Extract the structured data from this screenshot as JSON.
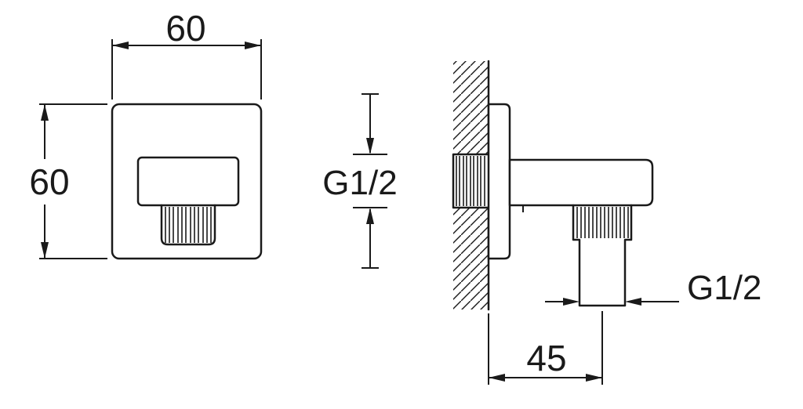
{
  "drawing": {
    "front_view": {
      "width_dim": "60",
      "height_dim": "60"
    },
    "side_view": {
      "inlet_thread_dim": "G1/2",
      "outlet_thread_dim": "G1/2",
      "offset_dim": "45"
    }
  }
}
